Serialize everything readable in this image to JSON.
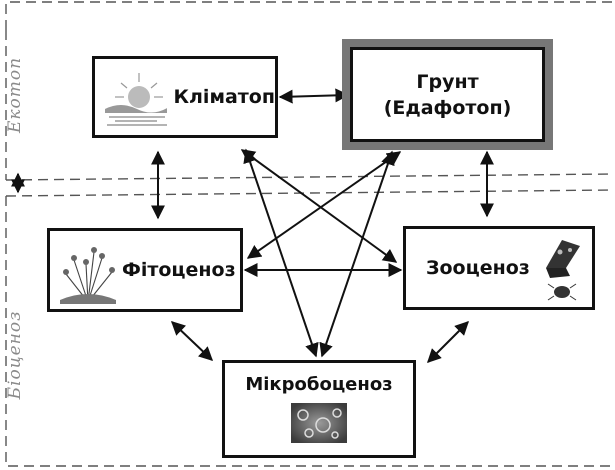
{
  "regions": {
    "ecotope": "Екотоп",
    "biocenosis": "Біоценоз"
  },
  "nodes": {
    "climatope": {
      "label": "Кліматоп",
      "icon": "sun-landscape-icon"
    },
    "soil": {
      "label_line1": "Грунт",
      "label_line2": "(Едафотоп)"
    },
    "phytocenosis": {
      "label": "Фітоценоз",
      "icon": "plant-icon"
    },
    "zoocenosis": {
      "label": "Зооценоз",
      "icon": "butterfly-beetle-icon"
    },
    "microbocenosis": {
      "label": "Мікробоценоз",
      "icon": "microbes-icon"
    }
  },
  "connections": [
    [
      "climatope",
      "soil"
    ],
    [
      "climatope",
      "phytocenosis"
    ],
    [
      "soil",
      "zoocenosis"
    ],
    [
      "phytocenosis",
      "zoocenosis"
    ],
    [
      "phytocenosis",
      "microbocenosis"
    ],
    [
      "zoocenosis",
      "microbocenosis"
    ],
    [
      "climatope",
      "zoocenosis"
    ],
    [
      "climatope",
      "microbocenosis"
    ],
    [
      "soil",
      "phytocenosis"
    ],
    [
      "soil",
      "microbocenosis"
    ],
    [
      "ecotope",
      "biocenosis"
    ]
  ],
  "colors": {
    "line": "#111111",
    "dashed": "#555555",
    "label_gray": "#8a8a8a"
  }
}
